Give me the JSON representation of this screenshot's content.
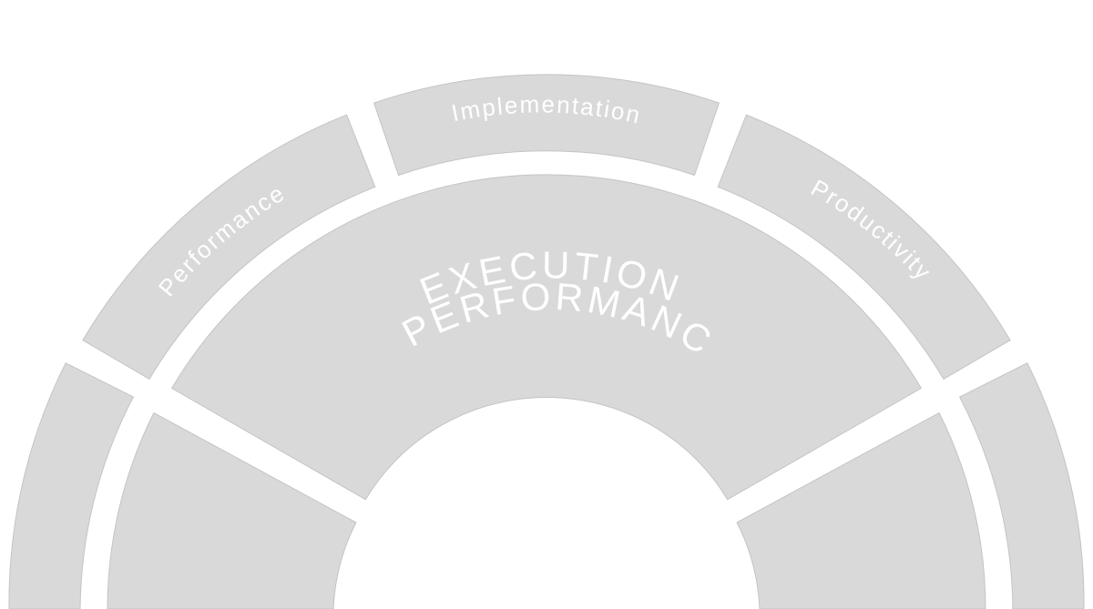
{
  "diagram": {
    "center_title": {
      "line1": "EXECUTION &",
      "line2": "PERFORMANCE"
    },
    "outer_segments": [
      {
        "key": "performance",
        "label": "Performance"
      },
      {
        "key": "implementation",
        "label": "Implementation"
      },
      {
        "key": "productivity",
        "label": "Productivity"
      },
      {
        "key": "left",
        "label": ""
      },
      {
        "key": "right",
        "label": ""
      }
    ],
    "colors": {
      "segment_fill": "#d9d9d9",
      "segment_stroke": "#c4c4c4",
      "text": "#ffffff",
      "background": "#ffffff"
    }
  }
}
